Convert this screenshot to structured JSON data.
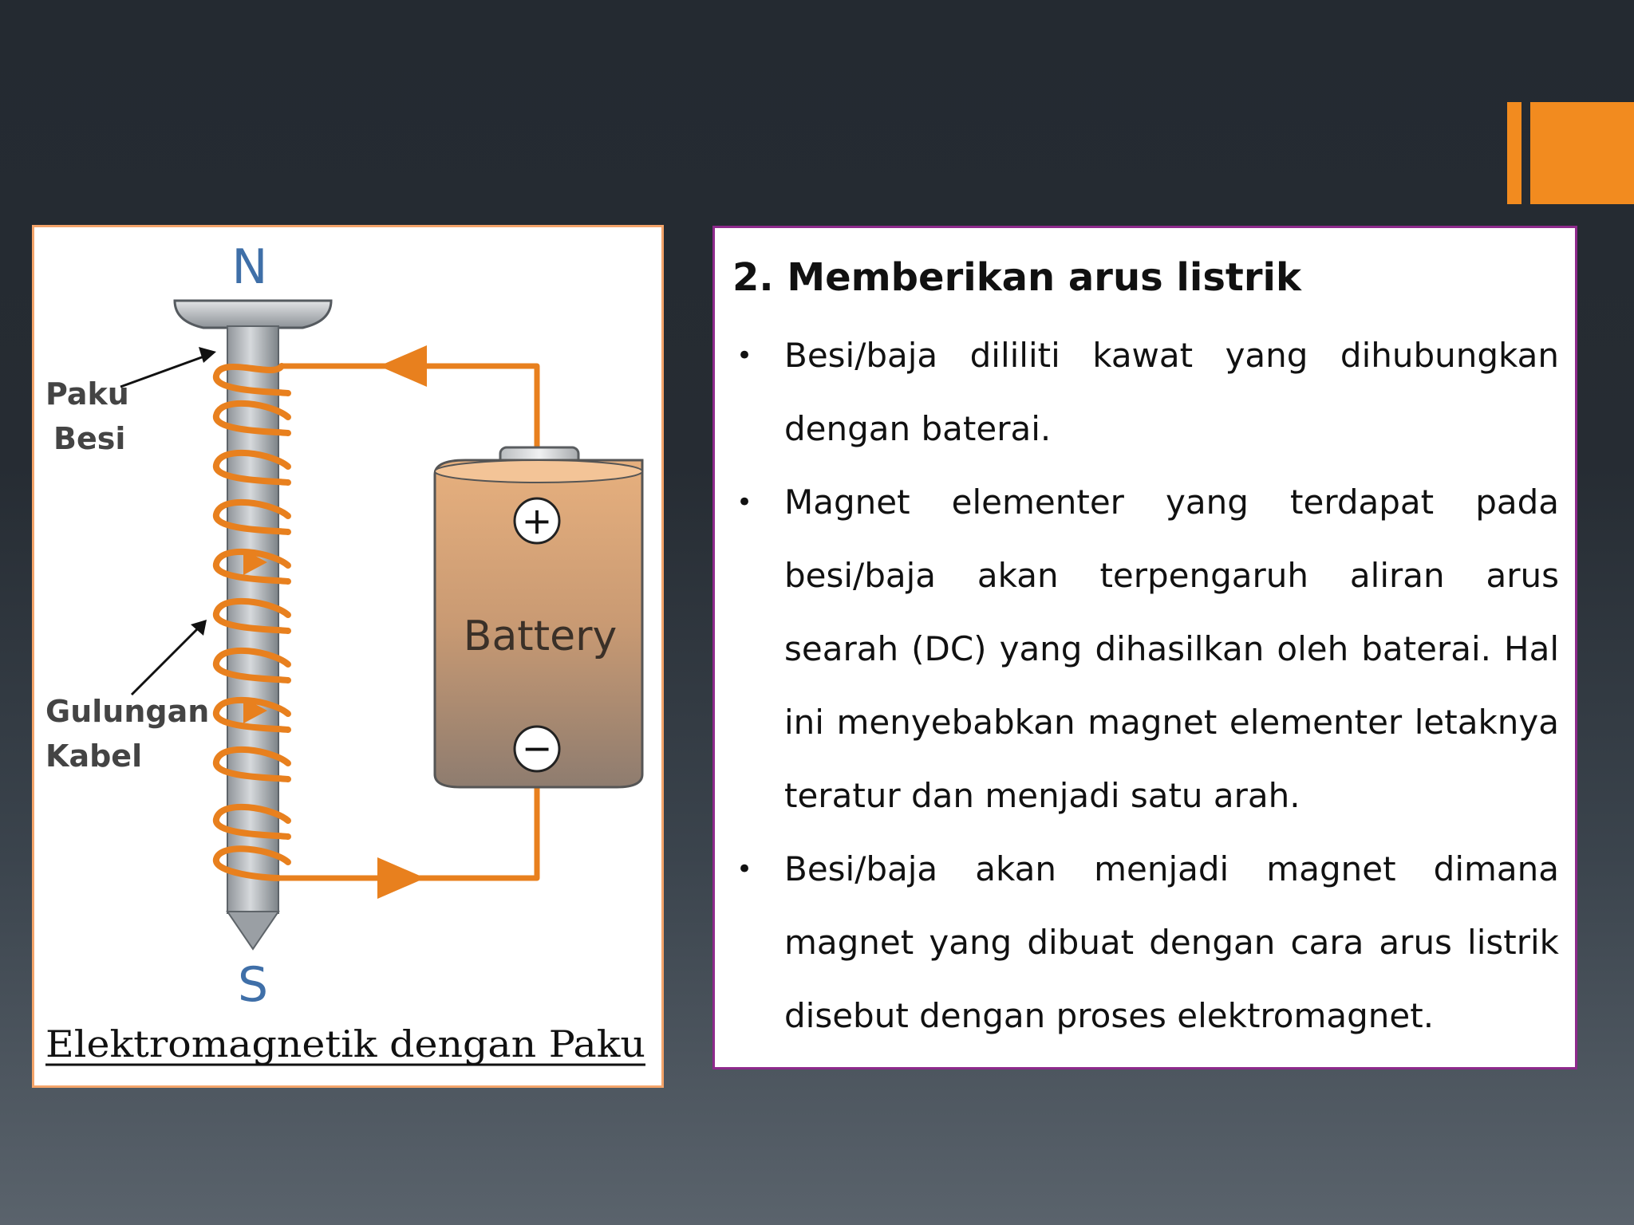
{
  "colors": {
    "accent": "#f28b1f",
    "frame_border": "#8e2a8c",
    "wire": "#e8801e",
    "figure_border": "#f4a46a"
  },
  "figure": {
    "pole_north": "N",
    "pole_south": "S",
    "label_nail_line1": "Paku",
    "label_nail_line2": "Besi",
    "label_coil_line1": "Gulungan",
    "label_coil_line2": "Kabel",
    "battery_label": "Battery",
    "battery_plus": "+",
    "battery_minus": "−",
    "caption": "Elektromagnetik dengan Paku"
  },
  "content": {
    "heading": "2. Memberikan arus listrik",
    "bullet_symbol": "•",
    "bullets": [
      "Besi/baja dililiti kawat yang dihubungkan dengan baterai.",
      "Magnet elementer yang terdapat pada besi/baja akan terpengaruh aliran arus searah (DC) yang dihasilkan oleh baterai. Hal ini menyebabkan magnet elementer letaknya teratur dan menjadi satu arah.",
      "Besi/baja akan menjadi magnet dimana magnet yang dibuat dengan cara arus listrik disebut dengan proses elektromagnet."
    ]
  }
}
